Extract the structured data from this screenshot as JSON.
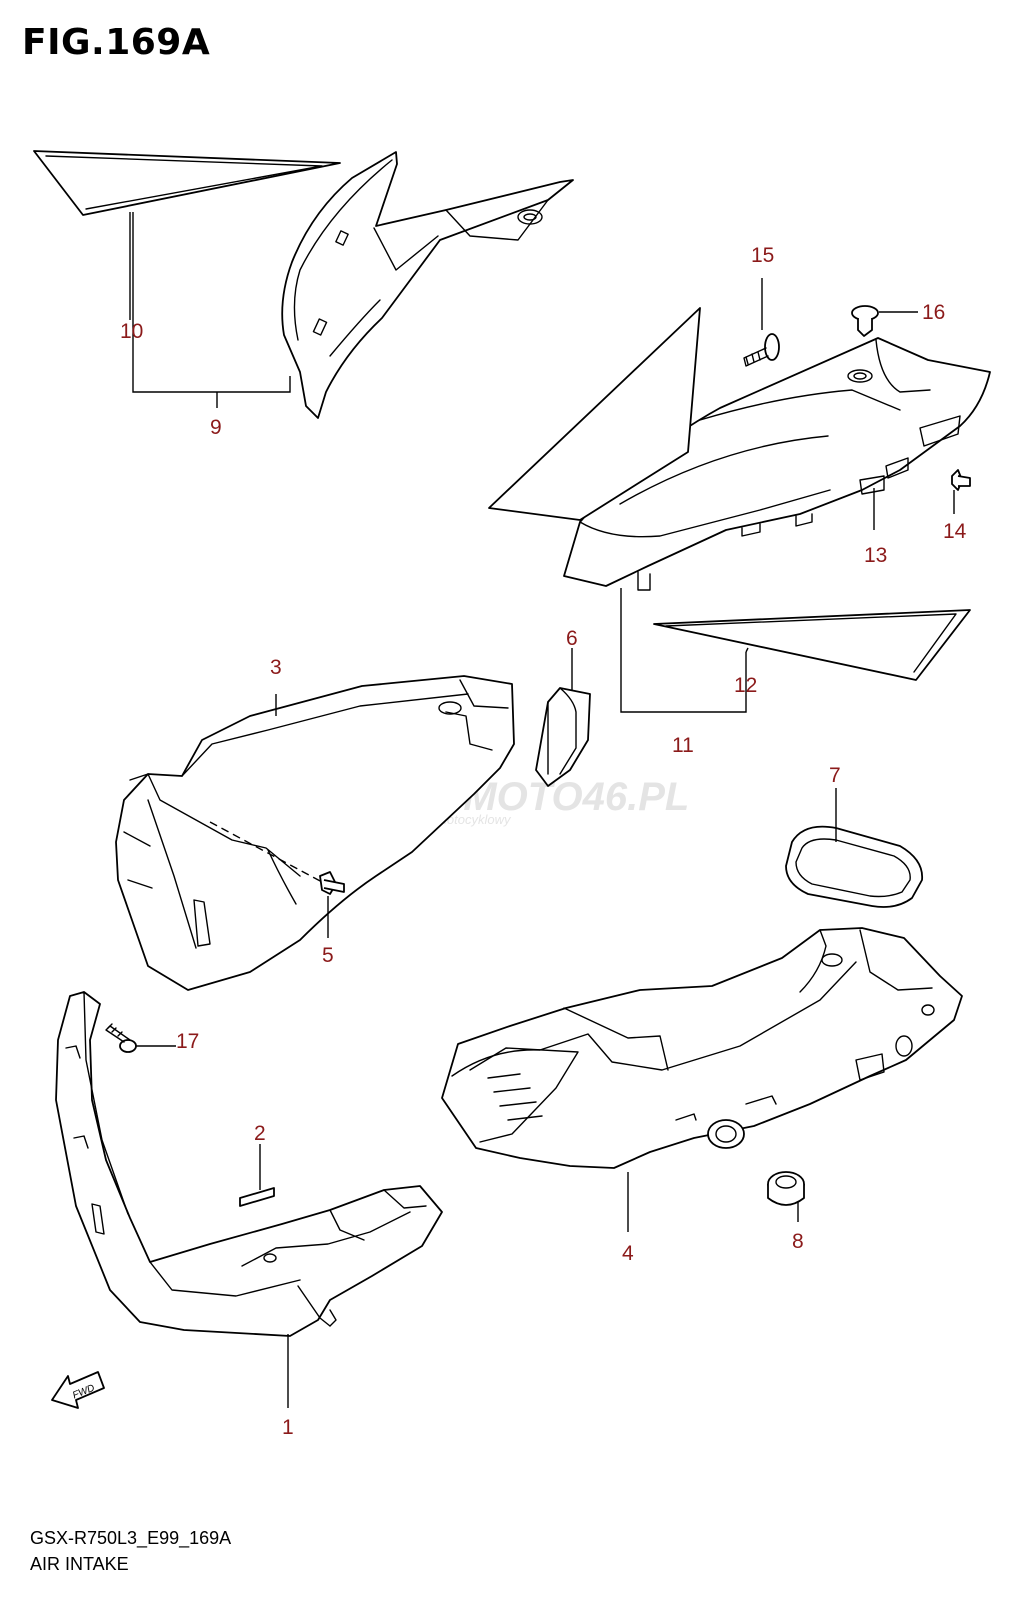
{
  "figure": {
    "title": "FIG.169A",
    "code": "GSX-R750L3_E99_169A",
    "name": "AIR INTAKE"
  },
  "watermark": {
    "brand": "SKLEPMOTO46.PL",
    "subtitle": "internetowy sklep motocyklowy"
  },
  "fwd_label": "FWD",
  "callouts": [
    "1",
    "2",
    "3",
    "4",
    "5",
    "6",
    "7",
    "8",
    "9",
    "10",
    "11",
    "12",
    "13",
    "14",
    "15",
    "16",
    "17"
  ],
  "colors": {
    "callout": "#8b1a1a",
    "line": "#000000",
    "watermark": "#d8d8d8"
  }
}
